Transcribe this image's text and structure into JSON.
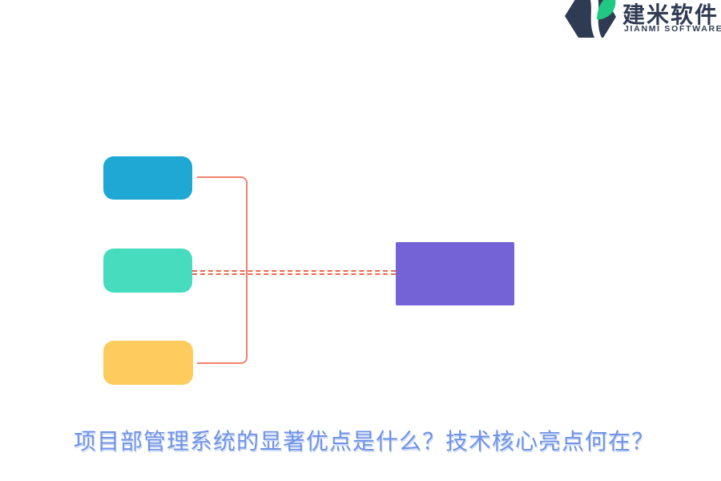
{
  "logo": {
    "name": "建米软件",
    "subtitle": "JIANMI SOFTWARE",
    "colors": {
      "navy": "#2F3B52",
      "green": "#1FC883",
      "white": "#FFFFFF"
    }
  },
  "diagram": {
    "left_nodes": [
      {
        "name": "top-node",
        "color": "#1FA8D4"
      },
      {
        "name": "middle-node",
        "color": "#47DCBD"
      },
      {
        "name": "bottom-node",
        "color": "#FECB5F"
      }
    ],
    "right_node": {
      "name": "result-node",
      "color": "#7462D7"
    },
    "bracket_connector_color": "#F0826C",
    "dashed_connector_color": "#EC6B4E"
  },
  "title": {
    "text": "项目部管理系统的显著优点是什么？技术核心亮点何在？",
    "color": "#7193E6"
  }
}
